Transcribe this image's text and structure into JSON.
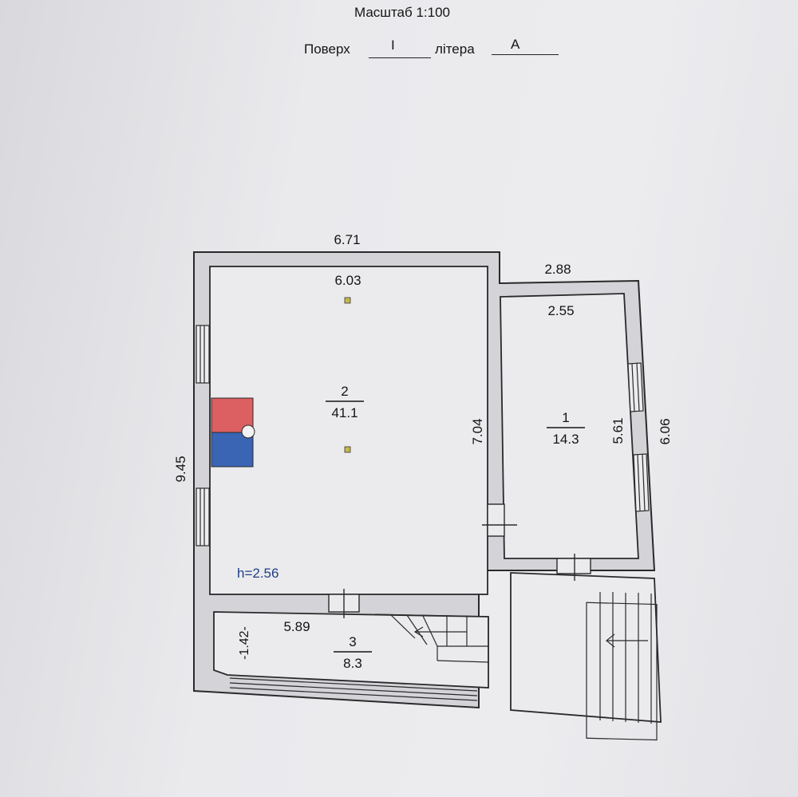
{
  "header": {
    "scale_label": "Масштаб  1:100",
    "floor_label": "Поверх",
    "floor_value": "I",
    "letter_label": "літера",
    "letter_value": "А"
  },
  "plan": {
    "outer_top_width": "6.71",
    "room2_inner_width": "6.03",
    "room1_outer_top": "2.88",
    "room1_inner_width": "2.55",
    "left_height": "9.45",
    "room2_depth": "7.04",
    "room1_inner_depth": "5.61",
    "right_height": "6.06",
    "ceiling_height": "h=2.56",
    "room3_width": "5.89",
    "room3_depth": "-1.42-",
    "rooms": [
      {
        "number": "2",
        "area": "41.1"
      },
      {
        "number": "1",
        "area": "14.3"
      },
      {
        "number": "3",
        "area": "8.3"
      }
    ]
  },
  "colors": {
    "wall_fill": "#d3d3d8",
    "wall_line": "#2a2a2a",
    "boiler_red": "#dc5f62",
    "boiler_blue": "#3a64b4",
    "marker": "#c8b84a"
  }
}
